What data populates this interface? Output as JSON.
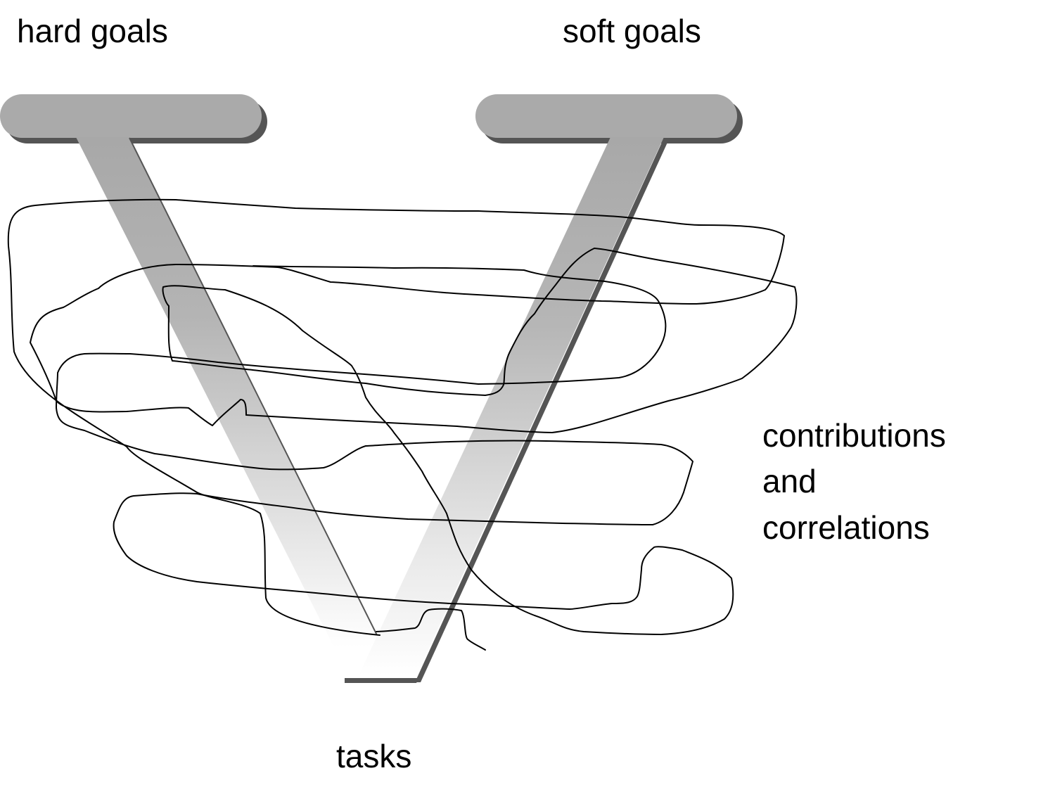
{
  "diagram": {
    "labels": {
      "hard_goals": "hard goals",
      "soft_goals": "soft goals",
      "tasks": "tasks",
      "contributions_line1": "contributions",
      "contributions_line2": "and",
      "contributions_line3": "correlations"
    },
    "colors": {
      "background": "#ffffff",
      "bar_fill": "#aaaaaa",
      "bar_shadow": "#555555",
      "scribble_stroke": "#000000",
      "text": "#000000"
    }
  }
}
